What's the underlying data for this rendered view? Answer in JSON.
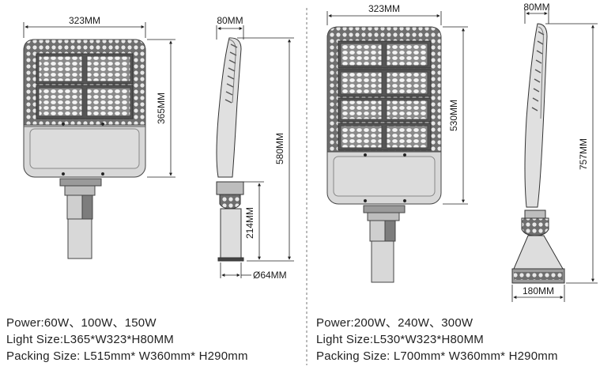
{
  "left_product": {
    "dims": {
      "width": "323MM",
      "height": "365MM",
      "depth": "80MM",
      "total_height": "580MM",
      "bracket_height": "214MM",
      "pole_diameter": "Ø64MM"
    },
    "specs": {
      "power": "Power:60W、100W、150W",
      "light_size": "Light Size:L365*W323*H80MM",
      "packing_size": "Packing Size: L515mm* W360mm* H290mm"
    }
  },
  "right_product": {
    "dims": {
      "width": "323MM",
      "height": "530MM",
      "depth": "80MM",
      "total_height": "757MM",
      "base_width": "180MM"
    },
    "specs": {
      "power": "Power:200W、240W、300W",
      "light_size": "Light Size:L530*W323*H80MM",
      "packing_size": "Packing Size: L700mm* W360mm* H290mm"
    }
  }
}
